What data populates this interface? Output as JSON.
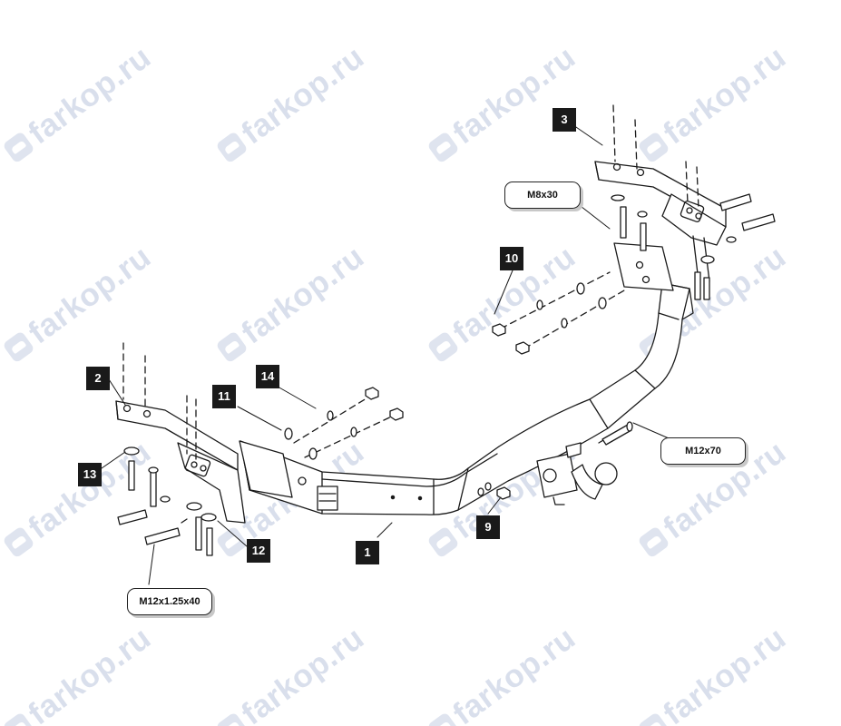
{
  "watermark": {
    "brand": "farkop.ru",
    "icon": "car-badge-icon",
    "color": "#d9dfec"
  },
  "parts": {
    "p1": "1",
    "p2": "2",
    "p3": "3",
    "p9": "9",
    "p10": "10",
    "p11": "11",
    "p12": "12",
    "p13": "13",
    "p14": "14"
  },
  "bolts": {
    "m8": "M8x30",
    "m12x70": "M12x70",
    "m12fine": "M12x1.25x40"
  },
  "colors": {
    "line": "#1a1a1a",
    "badge": "#1a1a1a",
    "background": "#ffffff"
  }
}
